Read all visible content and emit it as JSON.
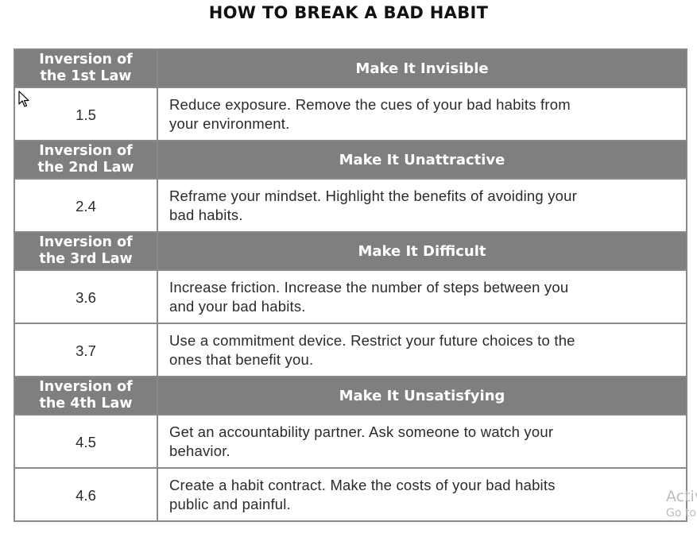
{
  "title": "HOW TO BREAK A BAD HABIT",
  "sections": [
    {
      "law": [
        "Inversion of",
        "the 1st Law"
      ],
      "heading": "Make It Invisible",
      "rows": [
        {
          "num": "1.5",
          "text": "Reduce exposure. Remove the cues of your bad habits from your environment."
        }
      ]
    },
    {
      "law": [
        "Inversion of",
        "the 2nd Law"
      ],
      "heading": "Make It Unattractive",
      "rows": [
        {
          "num": "2.4",
          "text": "Reframe your mindset. Highlight the benefits of avoiding your bad habits."
        }
      ]
    },
    {
      "law": [
        "Inversion of",
        "the 3rd Law"
      ],
      "heading": "Make It Difficult",
      "rows": [
        {
          "num": "3.6",
          "text": "Increase friction. Increase the number of steps between you and your bad habits."
        },
        {
          "num": "3.7",
          "text": "Use a commitment device. Restrict your future choices to the ones that benefit you."
        }
      ]
    },
    {
      "law": [
        "Inversion of",
        "the 4th Law"
      ],
      "heading": "Make It Unsatisfying",
      "rows": [
        {
          "num": "4.5",
          "text": "Get an accountability partner. Ask someone to watch your behavior."
        },
        {
          "num": "4.6",
          "text": "Create a habit contract. Make the costs of your bad habits public and painful."
        }
      ]
    }
  ],
  "watermark": {
    "line1": "Activ",
    "line2": "Go to"
  },
  "icons": {
    "cursor": "mouse-pointer-icon"
  },
  "colors": {
    "header_bg": "#7f7f7f",
    "header_text": "#ffffff",
    "border": "#8a8a8a",
    "body_text": "#2b2b2b"
  }
}
